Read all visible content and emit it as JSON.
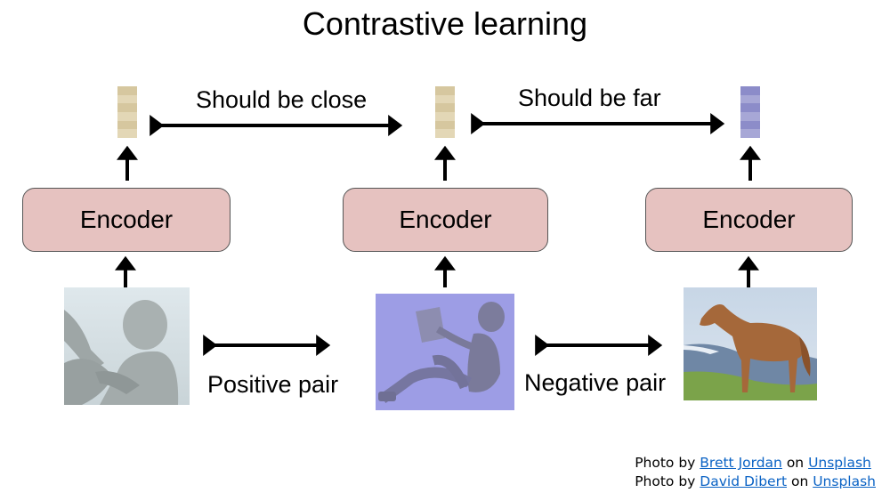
{
  "title": "Contrastive learning",
  "top_labels": {
    "close": "Should be close",
    "far": "Should be far"
  },
  "encoders": [
    {
      "label": "Encoder"
    },
    {
      "label": "Encoder"
    },
    {
      "label": "Encoder"
    }
  ],
  "embeddings": [
    {
      "name": "anchor-embedding",
      "colors": [
        "#d6c79f",
        "#e3d7b6",
        "#d6c79f",
        "#e3d7b6",
        "#d6c79f",
        "#e3d7b6"
      ]
    },
    {
      "name": "positive-embedding",
      "colors": [
        "#d6c79f",
        "#e3d7b6",
        "#d6c79f",
        "#e3d7b6",
        "#d6c79f",
        "#e3d7b6"
      ]
    },
    {
      "name": "negative-embedding",
      "colors": [
        "#8c8cc9",
        "#a7a7d6",
        "#8c8cc9",
        "#a7a7d6",
        "#8c8cc9",
        "#a7a7d6"
      ]
    }
  ],
  "bottom_labels": {
    "positive": "Positive pair",
    "negative": "Negative pair"
  },
  "images": [
    {
      "name": "figure-closeup-photo",
      "description": "gray posable figure close-up"
    },
    {
      "name": "figure-tinted-photo",
      "description": "posable figure sitting, blue-tinted"
    },
    {
      "name": "horse-photo",
      "description": "brown horse on grassy hill"
    }
  ],
  "credits": [
    {
      "prefix": "Photo by ",
      "author": "Brett Jordan",
      "middle": " on ",
      "site": "Unsplash"
    },
    {
      "prefix": "Photo by ",
      "author": "David Dibert",
      "middle": " on ",
      "site": "Unsplash"
    }
  ]
}
